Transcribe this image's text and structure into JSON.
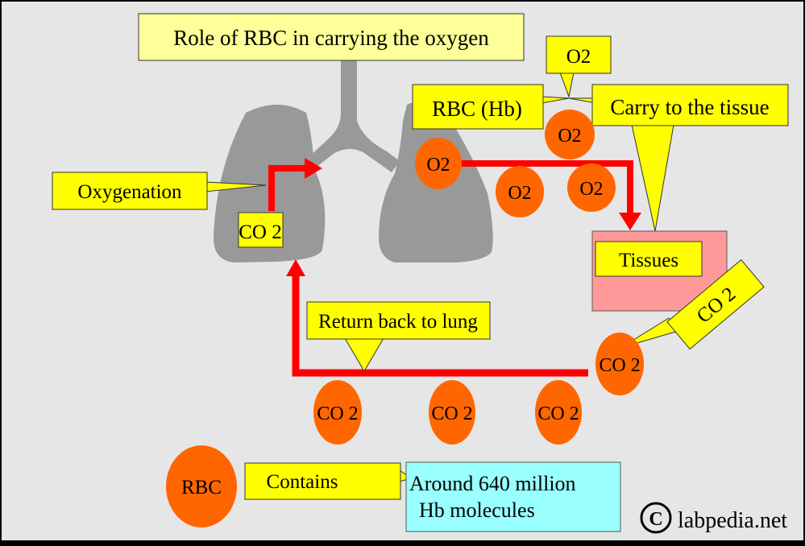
{
  "title": "Role of RBC in carrying the oxygen",
  "colors": {
    "background": "#e6e6e6",
    "lung": "#999999",
    "callout_yellow": "#ffff00",
    "title_box": "#ffff99",
    "cell_orange": "#ff6600",
    "arrow_red": "#ff0000",
    "tissue_pink": "#ff9999",
    "info_cyan": "#99ffff"
  },
  "labels": {
    "oxygenation": "Oxygenation",
    "rbc_hb": "RBC (Hb)",
    "o2_callout": "O2",
    "carry_to_tissue": "Carry to the tissue",
    "tissues": "Tissues",
    "co2_callout": "CO 2",
    "return_to_lung": "Return back to lung",
    "lung_co2": "CO 2",
    "contains": "Contains",
    "info_line1": "Around 640 million",
    "info_line2": "Hb molecules",
    "rbc": "RBC",
    "copyright_symbol": "©",
    "watermark": "labpedia.net"
  },
  "o2_cells": [
    {
      "label": "O2"
    },
    {
      "label": "O2"
    },
    {
      "label": "O2"
    },
    {
      "label": "O2"
    }
  ],
  "co2_cells": [
    {
      "label": "CO 2"
    },
    {
      "label": "CO 2"
    },
    {
      "label": "CO 2"
    },
    {
      "label": "CO 2"
    }
  ]
}
